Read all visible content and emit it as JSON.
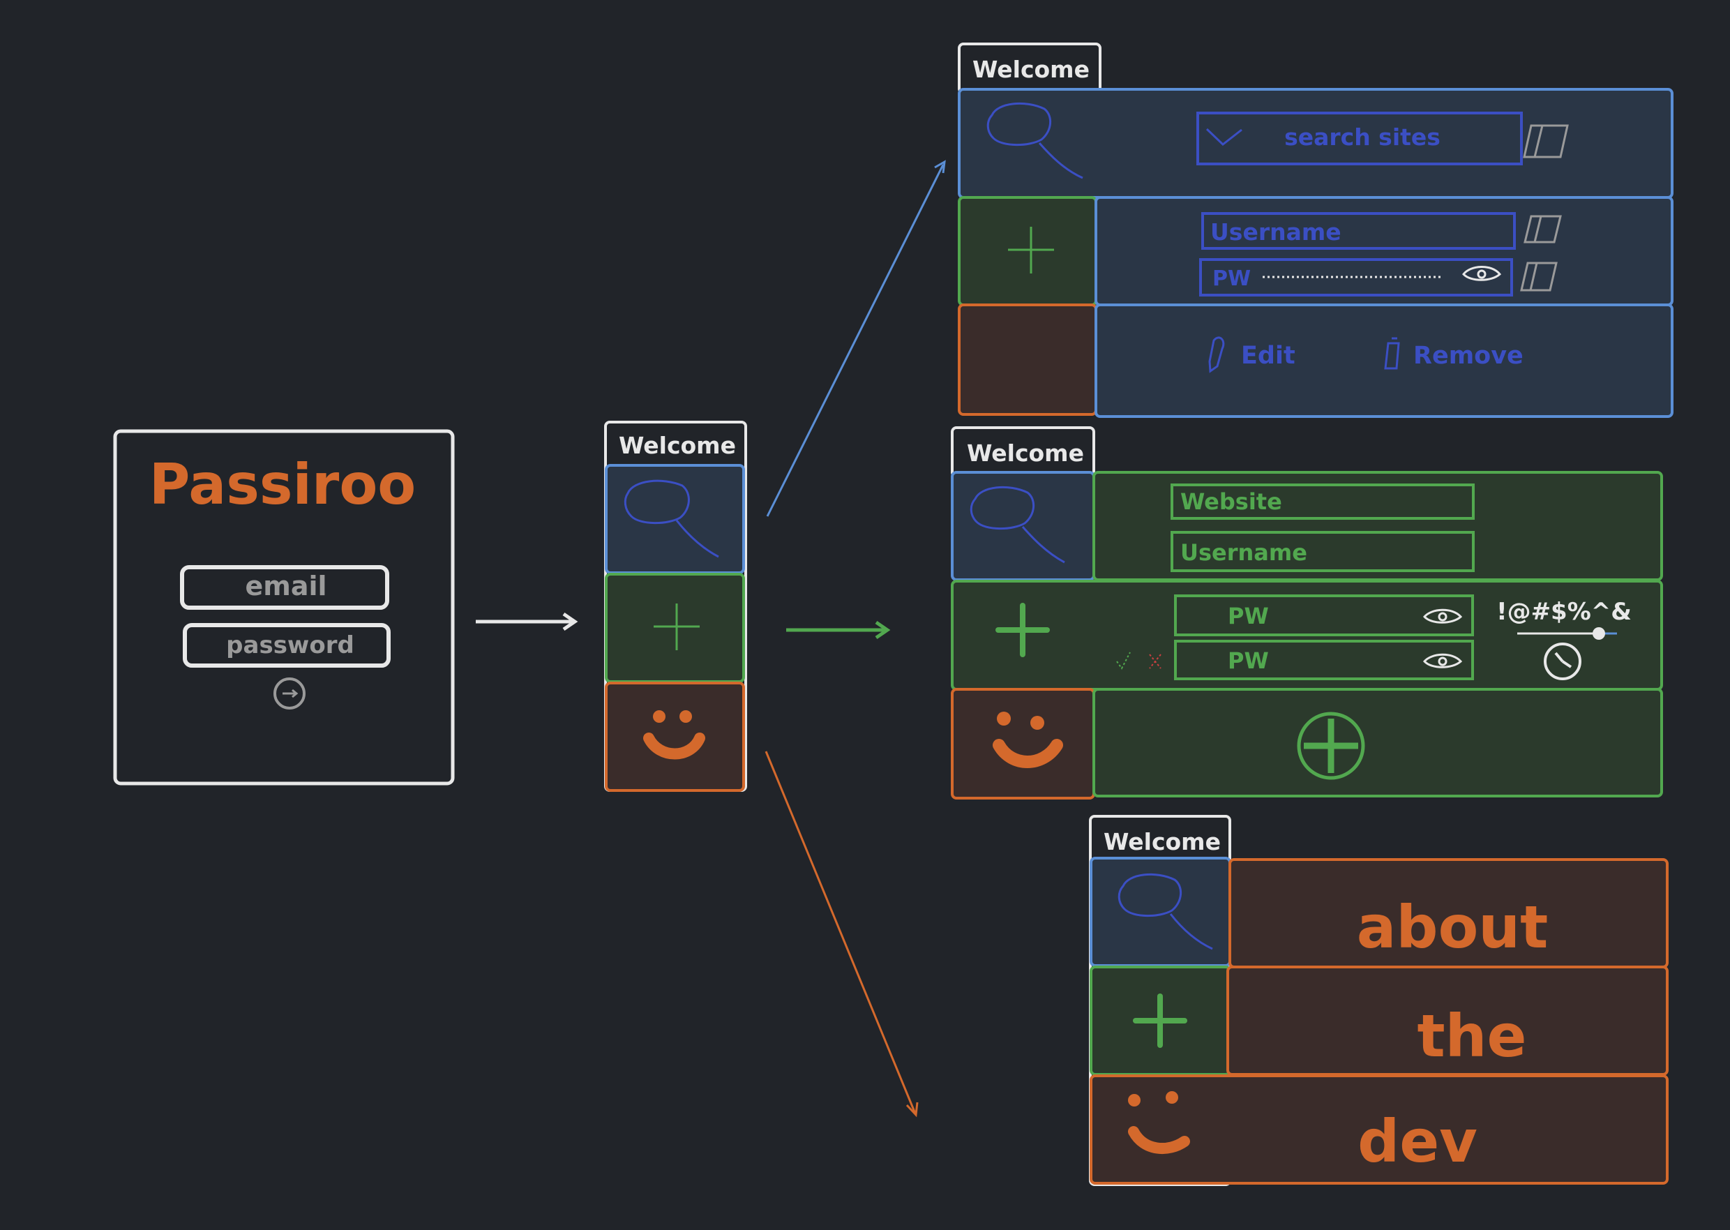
{
  "login": {
    "title": "Passiroo",
    "email_label": "email",
    "password_label": "password"
  },
  "tab_label": "Welcome",
  "search_panel": {
    "search_placeholder": "search sites",
    "username_placeholder": "Username",
    "pw_placeholder": "PW",
    "edit_label": "Edit",
    "remove_label": "Remove"
  },
  "add_panel": {
    "website_placeholder": "Website",
    "username_placeholder": "Username",
    "pw_label": "PW",
    "pw_confirm_label": "PW",
    "charset_label": "!@#$%^&"
  },
  "about_panel": {
    "line1": "about",
    "line2": "the",
    "line3": "dev"
  },
  "colors": {
    "background": "#212429",
    "white": "#e8e8e8",
    "blue": "#5b8fd6",
    "blue_fill": "#2a3646",
    "blue_text": "#3b4fc4",
    "green": "#52a84f",
    "green_fill": "#2b3a2c",
    "orange": "#d4692c",
    "orange_fill": "#3a2c2a",
    "gray_text": "#9a9a9a"
  },
  "icons": [
    "magnifier-icon",
    "plus-icon",
    "smiley-icon",
    "login-arrow-icon",
    "chevron-down-icon",
    "copy-icon",
    "eye-icon",
    "pencil-icon",
    "trash-icon",
    "clock-icon",
    "circle-plus-icon",
    "check-icon",
    "x-icon"
  ]
}
